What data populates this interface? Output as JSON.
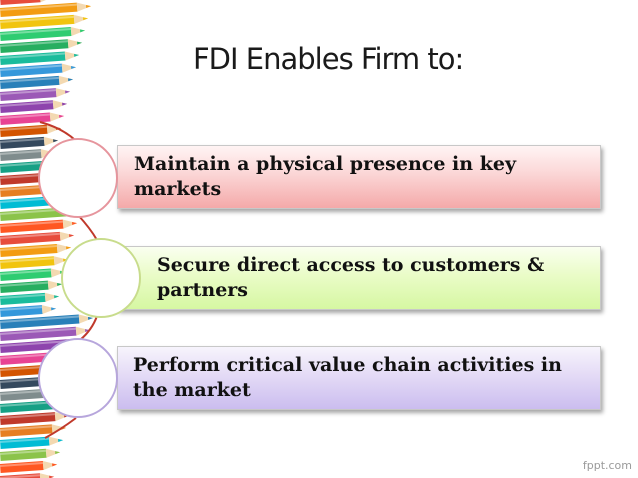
{
  "slide": {
    "title": "FDI Enables Firm to:",
    "items": [
      {
        "text": "Maintain a physical presence in key markets",
        "color": "#f4a9a9",
        "circle_border": "#e6959d"
      },
      {
        "text": "Secure direct access to customers & partners",
        "color": "#d6f7a2",
        "circle_border": "#c8dc8c"
      },
      {
        "text": "Perform critical value chain activities in the market",
        "color": "#cbbdef",
        "circle_border": "#b7a6dc"
      }
    ],
    "connector_color": "#c0392b",
    "watermark": "fppt.com"
  },
  "decoration": {
    "pencil_colors": [
      "#e74c3c",
      "#f39c12",
      "#f1c40f",
      "#2ecc71",
      "#27ae60",
      "#1abc9c",
      "#3498db",
      "#2980b9",
      "#9b59b6",
      "#8e44ad",
      "#e84393",
      "#d35400",
      "#34495e",
      "#7f8c8d",
      "#16a085",
      "#c0392b",
      "#e67e22",
      "#00bcd4",
      "#8bc34a",
      "#ff5722"
    ]
  }
}
